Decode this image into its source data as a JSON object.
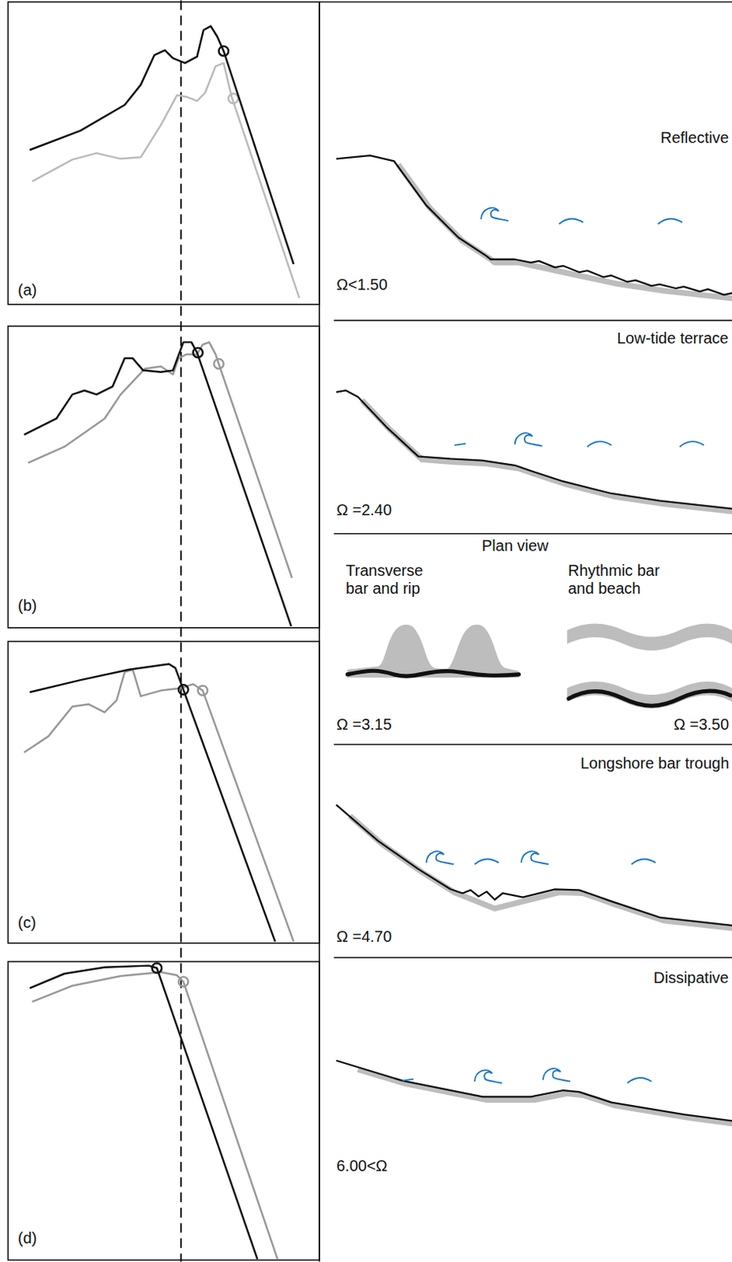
{
  "diagram": {
    "labels": [
      "Reflective",
      "Ω<1.50",
      "Low-tide terrace",
      "Ω =2.40",
      "Plan view",
      "Transverse bar and rip",
      "Rhythmic bar and beach",
      "Ω =3.15",
      "Ω =3.50",
      "Longshore bar trough",
      "Ω =4.70",
      "Dissipative",
      "6.00<Ω",
      "(a)",
      "(b)",
      "(c)",
      "(d)"
    ]
  }
}
